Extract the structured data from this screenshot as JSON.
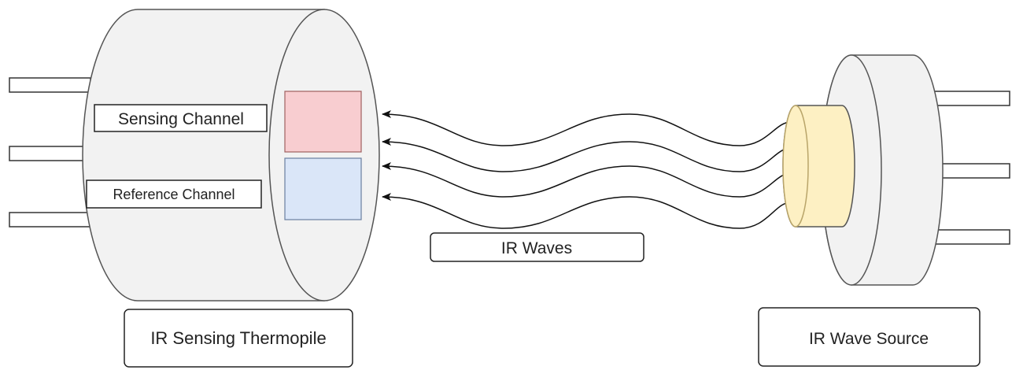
{
  "labels": {
    "sensing_channel": "Sensing Channel",
    "reference_channel": "Reference Channel",
    "ir_waves": "IR Waves",
    "thermopile": "IR Sensing Thermopile",
    "source": "IR Wave Source"
  },
  "colors": {
    "body_fill": "#f2f2f2",
    "sensing_channel": "#f8cdd0",
    "reference_channel": "#dae6f8",
    "emitter": "#fdf0c3",
    "outline": "#555555"
  }
}
